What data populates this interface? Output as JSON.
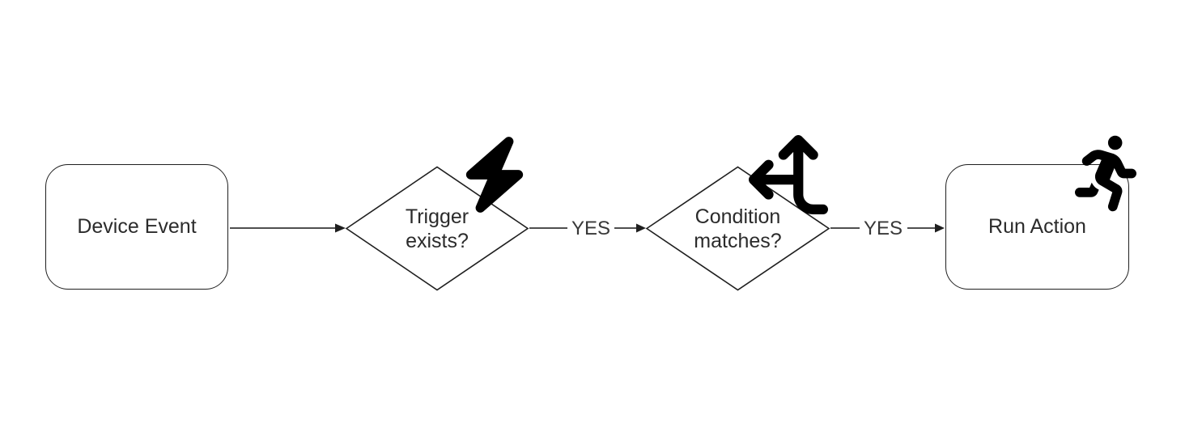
{
  "diagram": {
    "type": "flowchart",
    "direction": "left-to-right",
    "background": "#ffffff",
    "colors": {
      "node_border": "#1f1f1f",
      "node_fill": "#ffffff",
      "text": "#2b2b2b",
      "edge_line": "#4f4f4f",
      "arrowhead": "#1f1f1f",
      "icon": "#000000"
    },
    "nodes": [
      {
        "id": "device-event",
        "shape": "rounded-rectangle",
        "label": "Device Event",
        "icon": null
      },
      {
        "id": "trigger-exists",
        "shape": "diamond",
        "label": "Trigger exists?",
        "icon": "lightning-bolt-icon"
      },
      {
        "id": "condition-matches",
        "shape": "diamond",
        "label": "Condition matches?",
        "icon": "split-arrows-icon"
      },
      {
        "id": "run-action",
        "shape": "rounded-rectangle",
        "label": "Run Action",
        "icon": "person-running-icon"
      }
    ],
    "edges": [
      {
        "from": "device-event",
        "to": "trigger-exists",
        "label": ""
      },
      {
        "from": "trigger-exists",
        "to": "condition-matches",
        "label": "YES"
      },
      {
        "from": "condition-matches",
        "to": "run-action",
        "label": "YES"
      }
    ]
  }
}
